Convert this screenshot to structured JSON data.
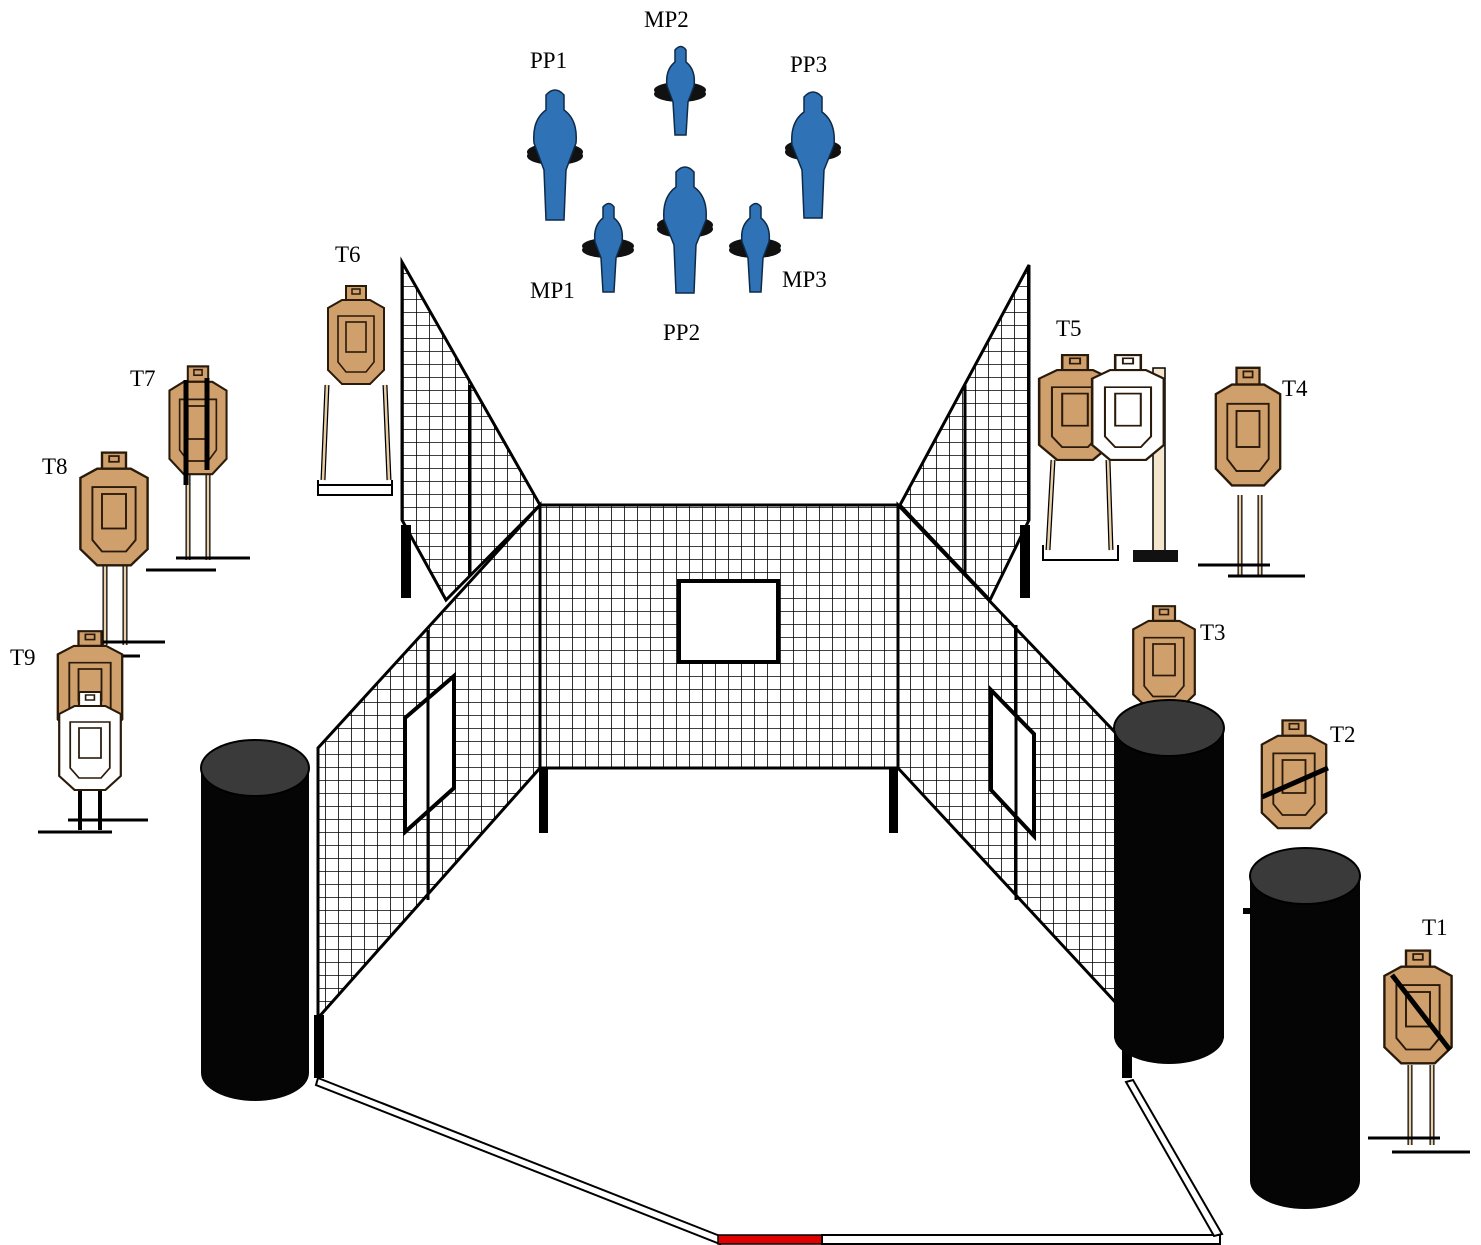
{
  "colors": {
    "cardboard": "#cf9f6c",
    "cardboard_stroke": "#2a1a0a",
    "white_target": "#ffffff",
    "steel_popper": "#2f72b6",
    "steel_base": "#111111",
    "barrel": "#050505",
    "barrel_top": "#3a3a3a",
    "mesh_line": "#000000",
    "fault_line": "#000000",
    "start_marker": "#e00000",
    "stand_wood": "#e8d0a8"
  },
  "labels": {
    "T1": "T1",
    "T2": "T2",
    "T3": "T3",
    "T4": "T4",
    "T5": "T5",
    "T6": "T6",
    "T7": "T7",
    "T8": "T8",
    "T9": "T9",
    "PP1": "PP1",
    "PP2": "PP2",
    "PP3": "PP3",
    "MP1": "MP1",
    "MP2": "MP2",
    "MP3": "MP3"
  }
}
